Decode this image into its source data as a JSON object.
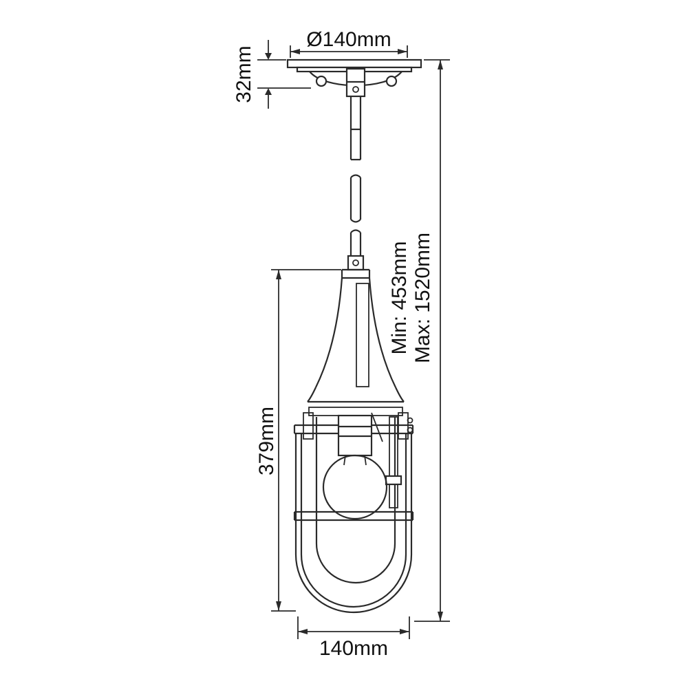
{
  "page": {
    "background_color": "#ffffff",
    "line_color": "#2a2a2a",
    "text_color": "#111111"
  },
  "diagram": {
    "kind": "technical dimension drawing of a caged pendant ceiling light",
    "labels": {
      "canopy_diameter": "Ø140mm",
      "canopy_height": "32mm",
      "min_drop": "Min: 453mm",
      "max_drop": "Max: 1520mm",
      "fixture_height": "379mm",
      "fixture_width": "140mm"
    }
  }
}
